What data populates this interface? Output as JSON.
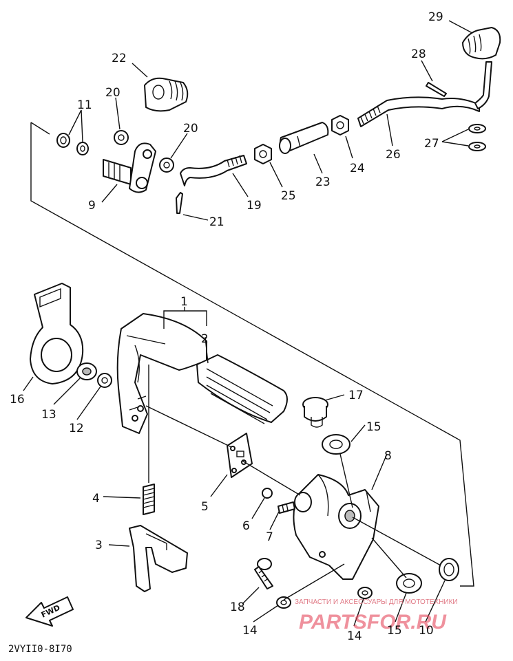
{
  "diagram": {
    "code": "2VYII0-8I70",
    "fwd_label": "FWD",
    "watermark": {
      "tagline": "ЗАПЧАСТИ И АКСЕССУАРЫ ДЛЯ МОТОТЕХНИКИ",
      "brand": "PARTSFOR.RU"
    },
    "labels": [
      "29",
      "28",
      "22",
      "20",
      "11",
      "20",
      "9",
      "21",
      "19",
      "25",
      "23",
      "24",
      "26",
      "27",
      "1",
      "2",
      "16",
      "13",
      "12",
      "17",
      "15",
      "8",
      "5",
      "4",
      "6",
      "7",
      "3",
      "18",
      "14",
      "14",
      "15",
      "10"
    ]
  }
}
